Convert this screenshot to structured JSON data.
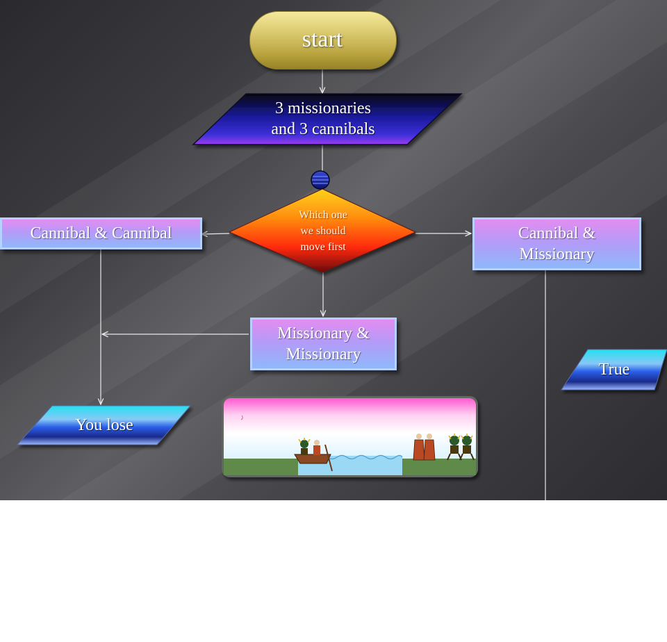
{
  "flowchart": {
    "start": "start",
    "input": [
      "3 missionaries",
      "and 3 cannibals"
    ],
    "decision": [
      "Which one",
      "we should",
      "move first"
    ],
    "option_left": "Cannibal & Cannibal",
    "option_right": [
      "Cannibal &",
      "Missionary"
    ],
    "option_bottom": [
      "Missionary &",
      "Missionary"
    ],
    "outcome_lose": "You lose",
    "outcome_true": "True"
  },
  "colors": {
    "start_fill": "#d8c66a",
    "option_fill": "#b59af8",
    "decision_fill": "#ff9a10",
    "outcome_fill": "#2a8cf0"
  }
}
